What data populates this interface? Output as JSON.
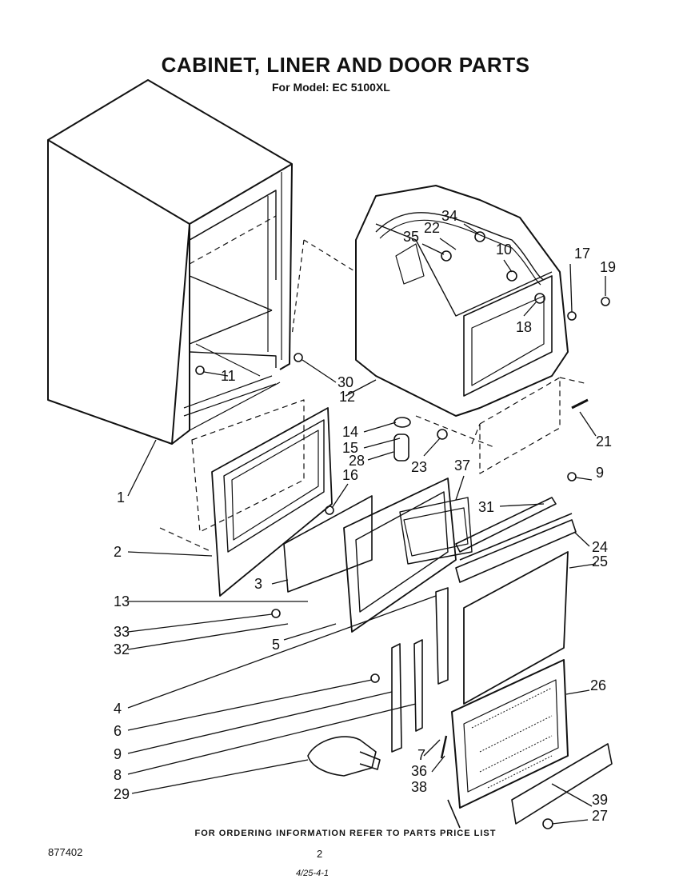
{
  "header": {
    "title": "CABINET, LINER AND DOOR PARTS",
    "subtitle": "For Model: EC 5100XL"
  },
  "callouts": [
    "1",
    "2",
    "3",
    "4",
    "5",
    "6",
    "7",
    "8",
    "9",
    "9",
    "10",
    "11",
    "12",
    "13",
    "14",
    "15",
    "16",
    "17",
    "18",
    "19",
    "21",
    "22",
    "23",
    "24",
    "25",
    "26",
    "27",
    "28",
    "29",
    "30",
    "31",
    "32",
    "33",
    "34",
    "35",
    "36",
    "37",
    "38",
    "39"
  ],
  "footer": {
    "ordering_note": "FOR ORDERING INFORMATION REFER TO PARTS PRICE LIST",
    "part_number": "877402",
    "page_number": "2",
    "code": "4/25-4-1"
  }
}
